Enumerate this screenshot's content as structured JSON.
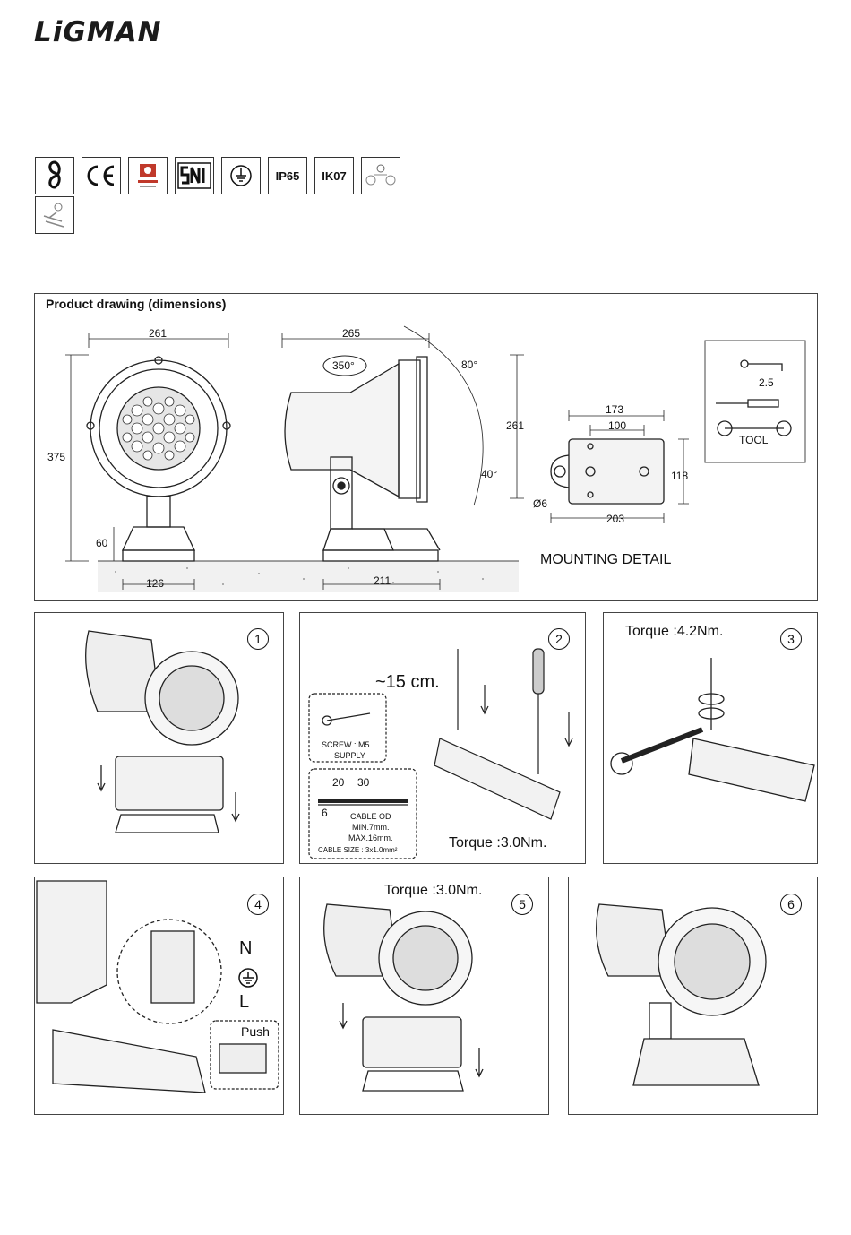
{
  "brand": {
    "logo": "LiGMAN"
  },
  "certifications": {
    "ip": "IP65",
    "ik": "IK07"
  },
  "drawing": {
    "title": "Product drawing (dimensions)",
    "front": {
      "width": "261",
      "height": "375",
      "base_height": "60",
      "base_width": "126"
    },
    "side": {
      "width": "265",
      "rotation": "350°",
      "base_width": "211",
      "height": "261",
      "tilt_up": "80°",
      "tilt_down": "40°"
    },
    "mounting": {
      "w1": "173",
      "w2": "100",
      "w3": "203",
      "h": "118",
      "hole": "Ø6",
      "label": "MOUNTING DETAIL"
    },
    "tool": {
      "size": "2.5",
      "label": "TOOL"
    }
  },
  "steps": [
    {
      "num": "1"
    },
    {
      "num": "2",
      "cable_length": "~15 cm.",
      "screw": "SCREW : M5",
      "supply": "SUPPLY",
      "strip1": "20",
      "strip2": "30",
      "strip3": "6",
      "cable_od": "CABLE OD",
      "cable_min": "MIN.7mm.",
      "cable_max": "MAX.16mm.",
      "cable_size": "CABLE SIZE : 3x1.0mm²",
      "torque": "Torque :3.0Nm."
    },
    {
      "num": "3",
      "torque": "Torque :4.2Nm."
    },
    {
      "num": "4",
      "n": "N",
      "l": "L",
      "push": "Push"
    },
    {
      "num": "5",
      "torque": "Torque :3.0Nm."
    },
    {
      "num": "6"
    }
  ]
}
